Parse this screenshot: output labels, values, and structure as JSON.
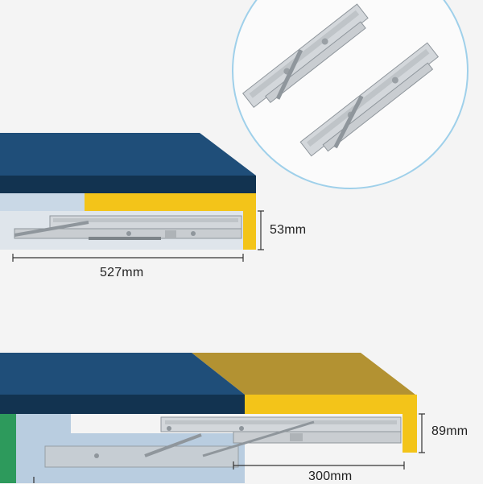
{
  "dimensions": {
    "height_closed": "53mm",
    "length_closed": "527mm",
    "height_open": "89mm",
    "extension": "300mm"
  },
  "colors": {
    "background": "#f4f4f4",
    "panel_top": "#1f4e79",
    "panel_edge": "#173e63",
    "panel_front": "#123350",
    "yellow_block": "#f3c419",
    "gold_top": "#b39232",
    "green_block": "#2d9a5c",
    "cabinet_tint": "#b9cde0",
    "steel": "#d3d7db",
    "steel_dark": "#8f969c",
    "dimension_line": "#333333",
    "inset_border": "#9fd0ea"
  },
  "icons": {
    "inset": "drawer-slide-pair-icon",
    "slide": "drawer-slide-icon"
  }
}
